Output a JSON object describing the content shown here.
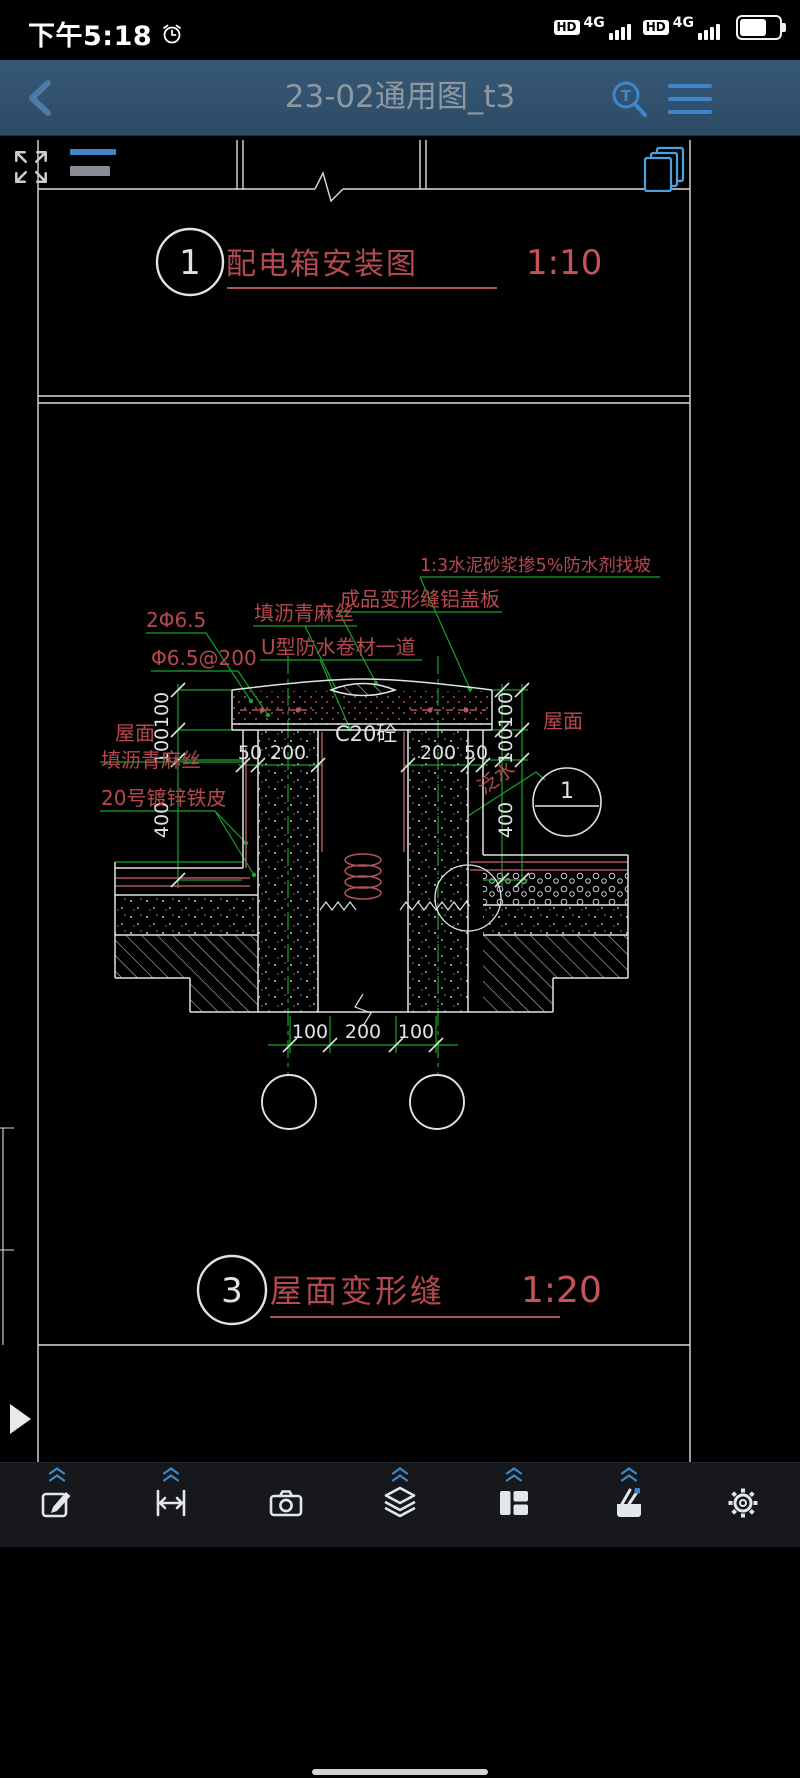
{
  "colors": {
    "nav_bg": "#2f4f6a",
    "accent_blue": "#3e86c8",
    "cad_red": "#b5494f",
    "cad_green": "#17a226",
    "cad_white": "#dfe3e6"
  },
  "status_bar": {
    "time": "下午5:18",
    "carrier1": {
      "hd": "HD",
      "net": "4G"
    },
    "carrier2": {
      "hd": "HD",
      "net": "4G"
    },
    "battery_fill": 0.62
  },
  "nav": {
    "title": "23-02通用图_t3",
    "search_glyph": "T"
  },
  "sheet": {
    "detail1": {
      "number": "1",
      "title": "配电箱安装图",
      "scale": "1:10"
    },
    "detail3": {
      "number": "3",
      "title": "屋面变形缝",
      "scale": "1:20"
    },
    "labels": {
      "slope": "1:3水泥砂浆掺5%防水剂找坡",
      "cover_plate": "成品变形缝铝盖板",
      "asphalt_fiber_top": "填沥青麻丝",
      "u_membrane": "U型防水卷材一道",
      "rebar_2": "2Φ6.5",
      "rebar_200": "Φ6.5@200",
      "roof_left": "屋面",
      "asphalt_fiber_left": "填沥青麻丝",
      "zinc_sheet": "20号镀锌铁皮",
      "concrete": "C20砼",
      "flashing": "泛水",
      "roof_right": "屋面",
      "callout_num": "1"
    },
    "dims": {
      "left_v": [
        "100",
        "100",
        "400"
      ],
      "right_v": [
        "100",
        "100",
        "400"
      ],
      "top_h_left": [
        "50",
        "200"
      ],
      "top_h_right": [
        "200",
        "50"
      ],
      "bottom_h": [
        "100",
        "200",
        "100"
      ]
    }
  },
  "toolbar_top": {
    "icons": [
      "fullscreen",
      "layer-bars",
      "sheets"
    ]
  },
  "toolbar_bottom": {
    "icons": [
      {
        "name": "edit",
        "expandable": true
      },
      {
        "name": "measure",
        "expandable": true
      },
      {
        "name": "camera",
        "expandable": false
      },
      {
        "name": "layers",
        "expandable": true
      },
      {
        "name": "layout",
        "expandable": true
      },
      {
        "name": "toolbox",
        "expandable": true
      },
      {
        "name": "settings",
        "expandable": false
      }
    ]
  }
}
